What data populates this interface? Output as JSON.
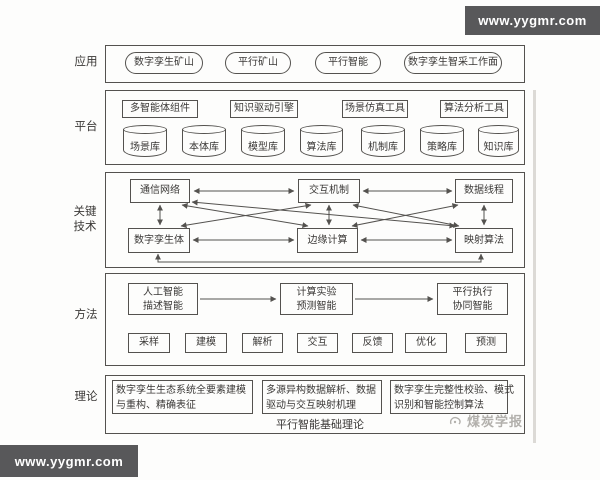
{
  "watermarks": {
    "top_right": "www.yygmr.com",
    "bottom_left": "www.yygmr.com",
    "journal": "煤炭学报"
  },
  "rows": {
    "application": {
      "label": "应用",
      "items": [
        "数字孪生矿山",
        "平行矿山",
        "平行智能",
        "数字孪生智采工作面"
      ]
    },
    "platform": {
      "label": "平台",
      "tools": [
        "多智能体组件",
        "知识驱动引擎",
        "场景仿真工具",
        "算法分析工具"
      ],
      "databases": [
        "场景库",
        "本体库",
        "模型库",
        "算法库",
        "机制库",
        "策略库",
        "知识库"
      ]
    },
    "key_technology": {
      "label": "关键技术",
      "top": [
        "通信网络",
        "交互机制",
        "数据线程"
      ],
      "bottom": [
        "数字孪生体",
        "边缘计算",
        "映射算法"
      ]
    },
    "method": {
      "label": "方法",
      "stages": [
        {
          "line1": "人工智能",
          "line2": "描述智能"
        },
        {
          "line1": "计算实验",
          "line2": "预测智能"
        },
        {
          "line1": "平行执行",
          "line2": "协同智能"
        }
      ],
      "steps": [
        "采样",
        "建模",
        "解析",
        "交互",
        "反馈",
        "优化",
        "预测"
      ]
    },
    "theory": {
      "label": "理论",
      "items": [
        {
          "line1": "数字孪生生态系统全要素建模",
          "line2": "与重构、精确表征"
        },
        {
          "line1": "多源异构数据解析、数据",
          "line2": "驱动与交互映射机理"
        },
        {
          "line1": "数字孪生完整性校验、模式",
          "line2": "识别和智能控制算法"
        }
      ],
      "caption": "平行智能基础理论"
    }
  },
  "colors": {
    "line": "#54524f",
    "text": "#3a3836",
    "background": "#fdfdfc",
    "watermark_bg": "#58585a",
    "watermark_text": "#ffffff",
    "journal_watermark": "#b2b0ac"
  }
}
